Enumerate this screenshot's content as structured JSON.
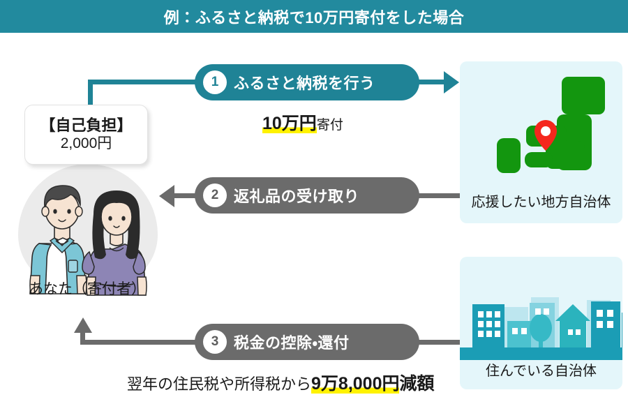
{
  "header": {
    "title": "例：ふるさと納税で10万円寄付をした場合"
  },
  "colors": {
    "teal": "#1f8396",
    "header_teal": "#228a9e",
    "gray": "#6b6b6b",
    "card_bg": "#e4f6fa",
    "highlight_yellow": "#fff200",
    "map_green": "#13960f",
    "pin_red": "#f5271d",
    "city_teal": "#1fa2b5",
    "donor_circle": "#ebebeb"
  },
  "callout": {
    "title": "【自己負担】",
    "amount": "2,000円"
  },
  "donor": {
    "label": "あなた（寄付者）",
    "illustration": "couple-illustration"
  },
  "steps": [
    {
      "number": "1",
      "label": "ふるさと納税を行う",
      "color": "teal",
      "caption": {
        "highlight": "10万円",
        "rest": "寄付"
      }
    },
    {
      "number": "2",
      "label": "返礼品の受け取り",
      "color": "gray",
      "caption": null
    },
    {
      "number": "3",
      "label": "税金の控除・還付",
      "color": "gray",
      "caption": {
        "prefix": "翌年の住民税や所得税から",
        "highlight": "9万8,000円",
        "rest": "減額"
      }
    }
  ],
  "cards": [
    {
      "id": "municipality",
      "label": "応援したい地方自治体",
      "illustration": "japan-map-with-pin-icon"
    },
    {
      "id": "residence",
      "label": "住んでいる自治体",
      "illustration": "cityscape-icon"
    }
  ],
  "arrows": [
    {
      "id": "donation-arrow",
      "direction": "right",
      "color": "teal"
    },
    {
      "id": "return-gift-arrow",
      "direction": "left",
      "color": "gray"
    },
    {
      "id": "tax-deduction-arrow",
      "direction": "up",
      "color": "gray"
    }
  ]
}
